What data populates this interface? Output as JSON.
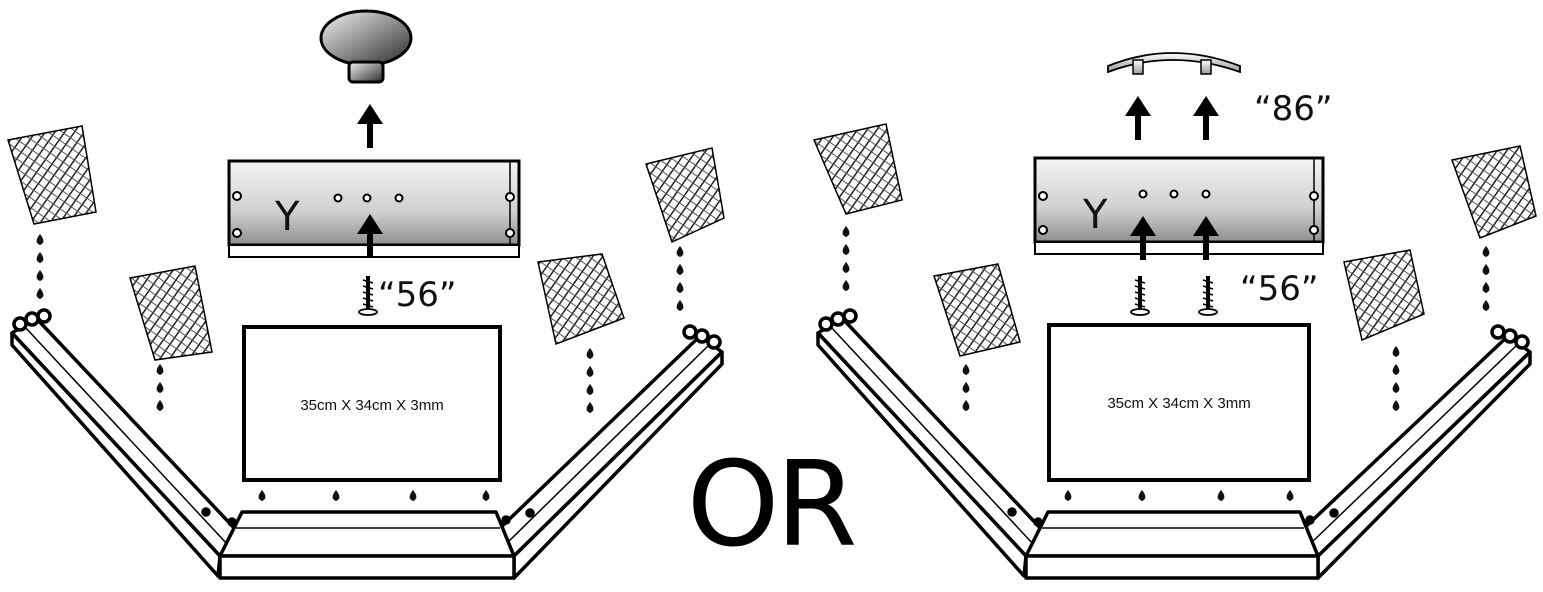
{
  "left": {
    "part_label": "Y",
    "screw_code": "“56”",
    "panel_size": "35cm X 34cm X 3mm",
    "handle": "round-knob"
  },
  "right": {
    "part_label": "Y",
    "screw_code": "“56”",
    "handle_code": "“86”",
    "panel_size": "35cm X 34cm X 3mm",
    "handle": "bar-handle"
  },
  "separator": "OR",
  "colors": {
    "ink": "#000000",
    "paper": "#ffffff",
    "metal": "#d8d8d8"
  }
}
